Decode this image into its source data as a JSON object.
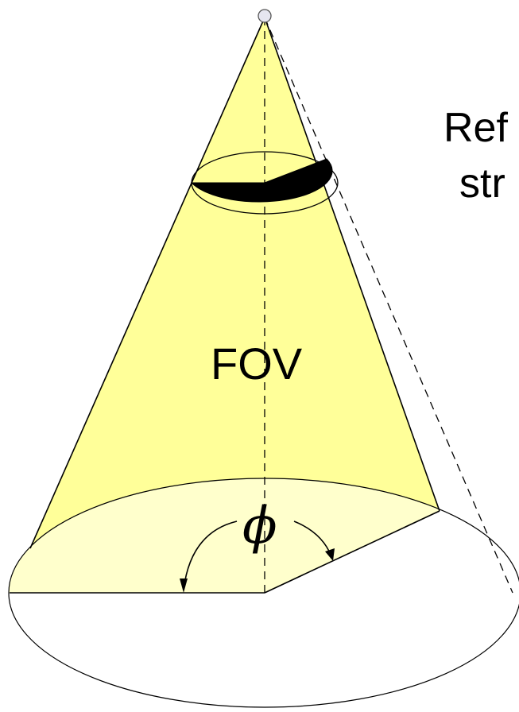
{
  "diagram": {
    "side_text_line1": "Ref",
    "side_text_line2": "str",
    "cone_label": "FOV",
    "angle_label": "ϕ",
    "colors": {
      "cone_fill": "#ffff99",
      "base_sector_fill": "#ffffcc",
      "shadow_fill": "#000000",
      "stroke": "#000000",
      "apex_point_fill": "#e6e6f0"
    }
  }
}
